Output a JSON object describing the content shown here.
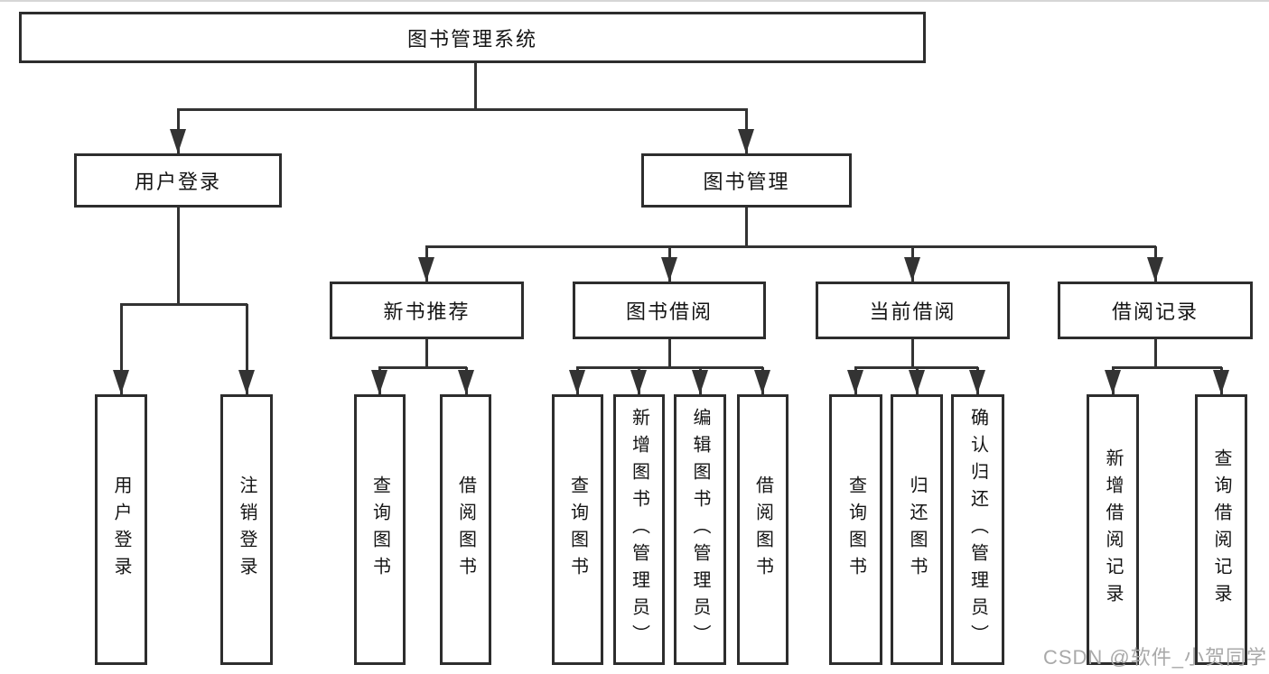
{
  "diagram": {
    "type": "hierarchy-tree",
    "orientation": "top-down"
  },
  "tree": {
    "label": "图书管理系统",
    "children": [
      {
        "label": "用户登录",
        "children": [
          {
            "label": "用户登录"
          },
          {
            "label": "注销登录"
          }
        ]
      },
      {
        "label": "图书管理",
        "children": [
          {
            "label": "新书推荐",
            "children": [
              {
                "label": "查询图书"
              },
              {
                "label": "借阅图书"
              }
            ]
          },
          {
            "label": "图书借阅",
            "children": [
              {
                "label": "查询图书"
              },
              {
                "label": "新增图书（管理员）"
              },
              {
                "label": "编辑图书（管理员）"
              },
              {
                "label": "借阅图书"
              }
            ]
          },
          {
            "label": "当前借阅",
            "children": [
              {
                "label": "查询图书"
              },
              {
                "label": "归还图书"
              },
              {
                "label": "确认归还（管理员）"
              }
            ]
          },
          {
            "label": "借阅记录",
            "children": [
              {
                "label": "新增借阅记录"
              },
              {
                "label": "查询借阅记录"
              }
            ]
          }
        ]
      }
    ]
  },
  "watermark": {
    "text": "CSDN @软件_小贺同学"
  },
  "colors": {
    "line": "#333333",
    "box_border": "#2d2d2d",
    "background": "#ffffff",
    "text": "#141414",
    "watermark": "#a9a9a9"
  }
}
